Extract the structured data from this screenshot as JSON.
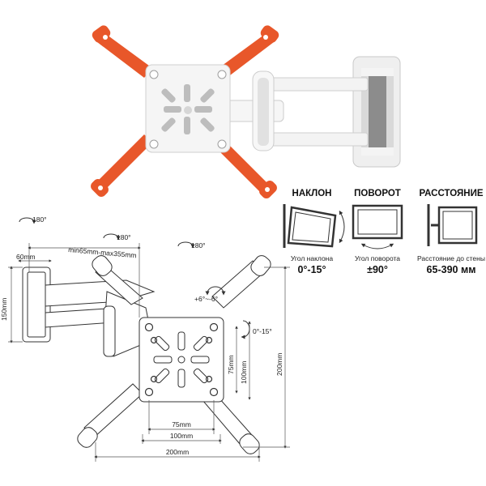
{
  "specs": {
    "tilt": {
      "title": "НАКЛОН",
      "label": "Угол наклона",
      "value": "0°-15°"
    },
    "swivel": {
      "title": "ПОВОРОТ",
      "label": "Угол поворота",
      "value": "±90°"
    },
    "distance": {
      "title": "РАССТОЯНИЕ",
      "label": "Расстояние до стены",
      "value": "65-390 мм"
    }
  },
  "dimensions": {
    "rot_1": "180°",
    "rot_2": "180°",
    "rot_3": "180°",
    "wall_plate_width": "60mm",
    "arm_range": "min65mm-max355mm",
    "wall_plate_height": "150mm",
    "swivel_range": "+6°~-6°",
    "tilt_range": "0°-15°",
    "vesa_inner_h": "75mm",
    "vesa_mid_h": "100mm",
    "vesa_outer_h": "200mm",
    "vesa_inner_w": "75mm",
    "vesa_mid_w": "100mm",
    "vesa_outer_w": "200mm"
  },
  "colors": {
    "accent": "#e8572a",
    "body": "#f2f2f2",
    "line": "#333333"
  }
}
